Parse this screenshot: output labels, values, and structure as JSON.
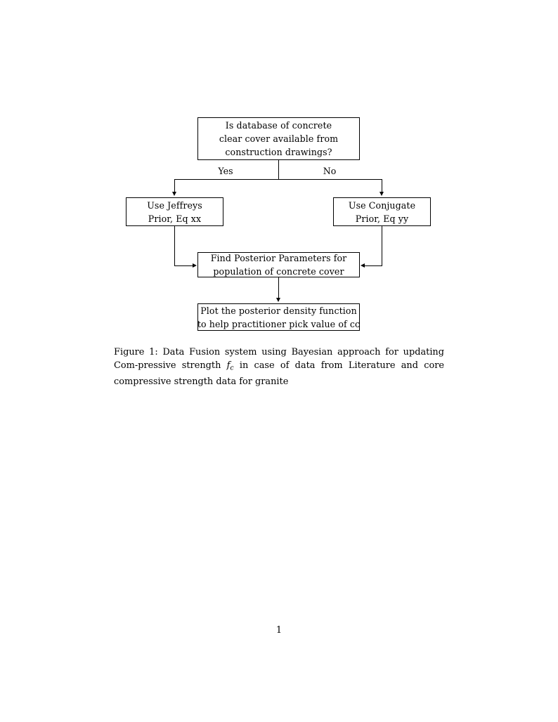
{
  "document": {
    "page_number": "1",
    "background_color": "#ffffff",
    "ink_color": "#000000"
  },
  "figure": {
    "type": "flowchart",
    "nodes": [
      {
        "id": "decision",
        "lines": [
          "Is database of concrete",
          "clear cover available from",
          "construction drawings?"
        ]
      },
      {
        "id": "jeffreys",
        "lines": [
          "Use Jeffreys",
          "Prior, Eq xx"
        ]
      },
      {
        "id": "conjugate",
        "lines": [
          "Use Conjugate",
          "Prior, Eq yy"
        ]
      },
      {
        "id": "posterior",
        "lines": [
          "Find Posterior Parameters for",
          "population of concrete cover"
        ]
      },
      {
        "id": "plot",
        "lines": [
          "Plot the posterior density function",
          "to help practitioner pick value of cc"
        ]
      }
    ],
    "edge_labels": {
      "yes": "Yes",
      "no": "No"
    }
  },
  "caption": {
    "label": "Figure 1:",
    "text_before_math": " Data Fusion system using Bayesian approach for updating Com-pressive strength ",
    "math_base": "f",
    "math_subscript": "c",
    "text_after_math": " in case of data from Literature and core compressive strength data for granite",
    "full_text": "Figure 1: Data Fusion system using Bayesian approach for updating Compressive strength f_c in case of data from Literature and core compressive strength data for granite"
  }
}
